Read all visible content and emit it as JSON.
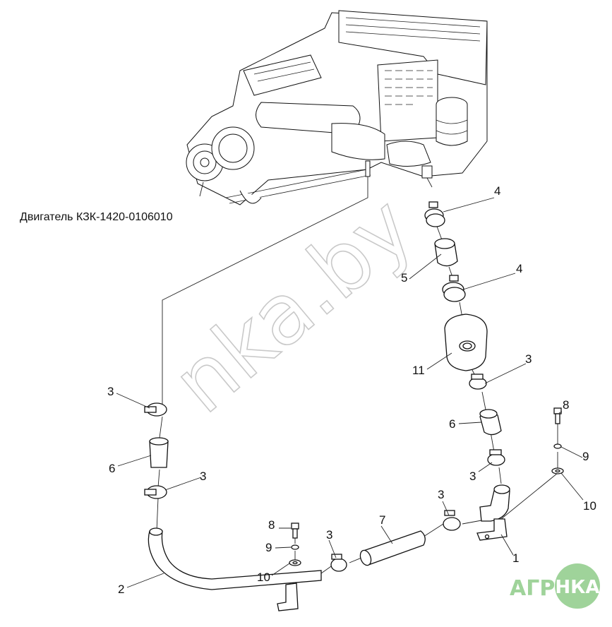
{
  "caption": "Двигатель КЗК-1420-0106010",
  "watermark": "nka.by",
  "logo": {
    "text_left": "АГРО",
    "text_right": "НКА",
    "color": "#8dcc86"
  },
  "callouts": [
    {
      "id": "c4a",
      "text": "4"
    },
    {
      "id": "c5",
      "text": "5"
    },
    {
      "id": "c4b",
      "text": "4"
    },
    {
      "id": "c11",
      "text": "11"
    },
    {
      "id": "c3a",
      "text": "3"
    },
    {
      "id": "c6a",
      "text": "6"
    },
    {
      "id": "c3b",
      "text": "3"
    },
    {
      "id": "c8a",
      "text": "8"
    },
    {
      "id": "c9a",
      "text": "9"
    },
    {
      "id": "c10a",
      "text": "10"
    },
    {
      "id": "c3c",
      "text": "3"
    },
    {
      "id": "c7",
      "text": "7"
    },
    {
      "id": "c1",
      "text": "1"
    },
    {
      "id": "c3d",
      "text": "3"
    },
    {
      "id": "c6b",
      "text": "6"
    },
    {
      "id": "c3e",
      "text": "3"
    },
    {
      "id": "c8b",
      "text": "8"
    },
    {
      "id": "c9b",
      "text": "9"
    },
    {
      "id": "c10b",
      "text": "10"
    },
    {
      "id": "c3f",
      "text": "3"
    },
    {
      "id": "c2",
      "text": "2"
    }
  ]
}
